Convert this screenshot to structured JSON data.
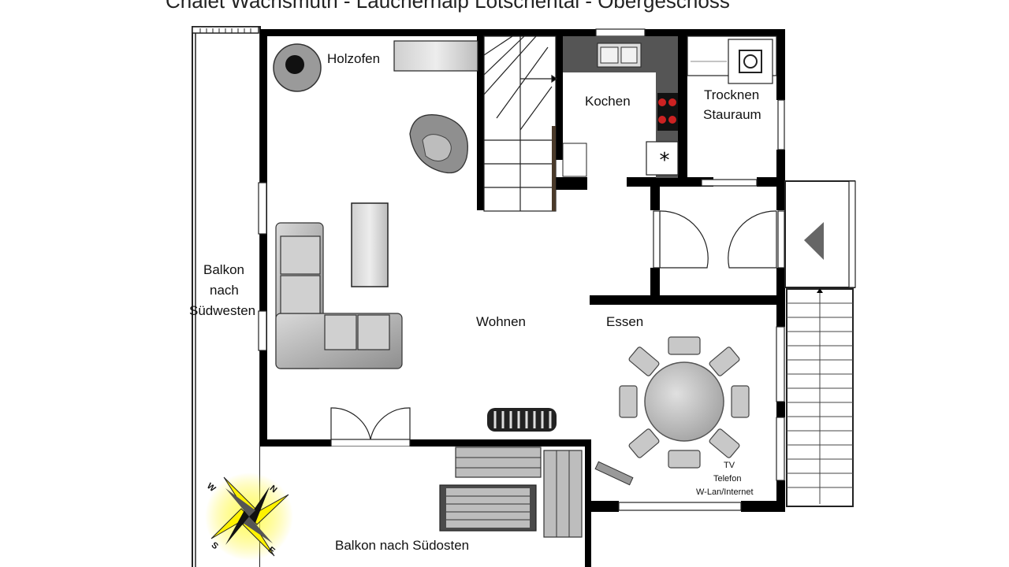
{
  "title": "Chalet Wachsmuth - Lauchernalp Lötschental - Obergeschoss",
  "rooms": {
    "holzofen": "Holzofen",
    "kochen": "Kochen",
    "trocknen": "Trocknen",
    "stauraum": "Stauraum",
    "balkon_sw_line1": "Balkon",
    "balkon_sw_line2": "nach",
    "balkon_sw_line3": "Südwesten",
    "wohnen": "Wohnen",
    "essen": "Essen",
    "balkon_so": "Balkon nach Südosten"
  },
  "amenities": {
    "tv": "TV",
    "telefon": "Telefon",
    "internet": "W-Lan/Internet"
  },
  "compass": {
    "n": "N",
    "e": "E",
    "s": "S",
    "w": "W"
  },
  "colors": {
    "wall": "#000000",
    "furniture": "#9a9a9a",
    "furniture_light": "#c8c8c8",
    "counter": "#555555",
    "hob": "#cc2222",
    "compass_glow": "#fff200"
  }
}
